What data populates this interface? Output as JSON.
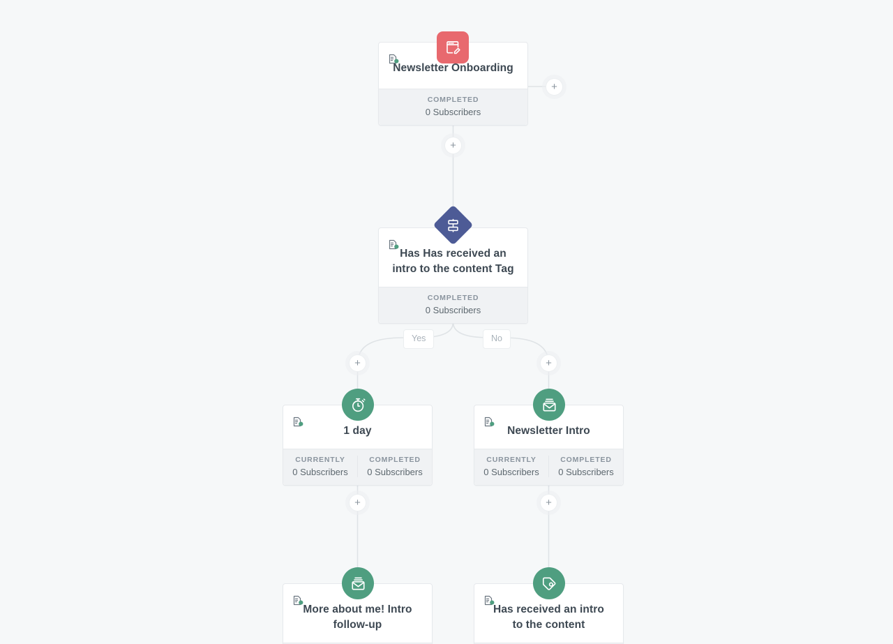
{
  "canvas": {
    "background_color": "#f6f8f9",
    "connector_color": "#dfe3e6"
  },
  "palette": {
    "trigger_red": "#e8696e",
    "condition_blue": "#4d5b96",
    "action_green": "#4f9e80",
    "card_bg": "#ffffff",
    "footer_bg": "#f0f2f4",
    "title_text": "#3d4852",
    "muted_text": "#8a949e"
  },
  "nodes": [
    {
      "id": "newsletter-onboarding",
      "icon_name": "form-edit-icon",
      "icon_shape": "square",
      "icon_color": "#e8696e",
      "badge_icon_name": "document-active-icon",
      "title": "Newsletter Onboarding",
      "stats": [
        {
          "label": "COMPLETED",
          "value": "0 Subscribers"
        }
      ]
    },
    {
      "id": "has-tag-condition",
      "icon_name": "tag-condition-icon",
      "icon_shape": "diamond",
      "icon_color": "#4d5b96",
      "badge_icon_name": "document-active-icon",
      "title": "Has Has received an intro to the content Tag",
      "stats": [
        {
          "label": "COMPLETED",
          "value": "0 Subscribers"
        }
      ]
    },
    {
      "id": "delay-one-day",
      "icon_name": "stopwatch-icon",
      "icon_shape": "circle",
      "icon_color": "#4f9e80",
      "badge_icon_name": "document-active-icon",
      "title": "1 day",
      "stats": [
        {
          "label": "CURRENTLY",
          "value": "0 Subscribers"
        },
        {
          "label": "COMPLETED",
          "value": "0 Subscribers"
        }
      ]
    },
    {
      "id": "newsletter-intro",
      "icon_name": "email-envelope-icon",
      "icon_shape": "circle",
      "icon_color": "#4f9e80",
      "badge_icon_name": "document-active-icon",
      "title": "Newsletter Intro",
      "stats": [
        {
          "label": "CURRENTLY",
          "value": "0 Subscribers"
        },
        {
          "label": "COMPLETED",
          "value": "0 Subscribers"
        }
      ]
    },
    {
      "id": "more-about-me-intro-follow-up",
      "icon_name": "email-envelope-icon",
      "icon_shape": "circle",
      "icon_color": "#4f9e80",
      "badge_icon_name": "document-active-icon",
      "title": "More about me! Intro follow-up",
      "stats": []
    },
    {
      "id": "has-received-an-intro-tag",
      "icon_name": "tag-icon",
      "icon_shape": "circle",
      "icon_color": "#4f9e80",
      "badge_icon_name": "document-active-icon",
      "title": "Has received an intro to the content",
      "stats": []
    }
  ],
  "branch_labels": {
    "yes": "Yes",
    "no": "No"
  },
  "add_buttons": {
    "glyph": "+",
    "count": 6,
    "names": [
      "add-step-right-of-trigger",
      "add-step-below-trigger",
      "add-step-yes-branch",
      "add-step-no-branch",
      "add-step-below-delay",
      "add-step-below-newsletter-intro"
    ]
  }
}
